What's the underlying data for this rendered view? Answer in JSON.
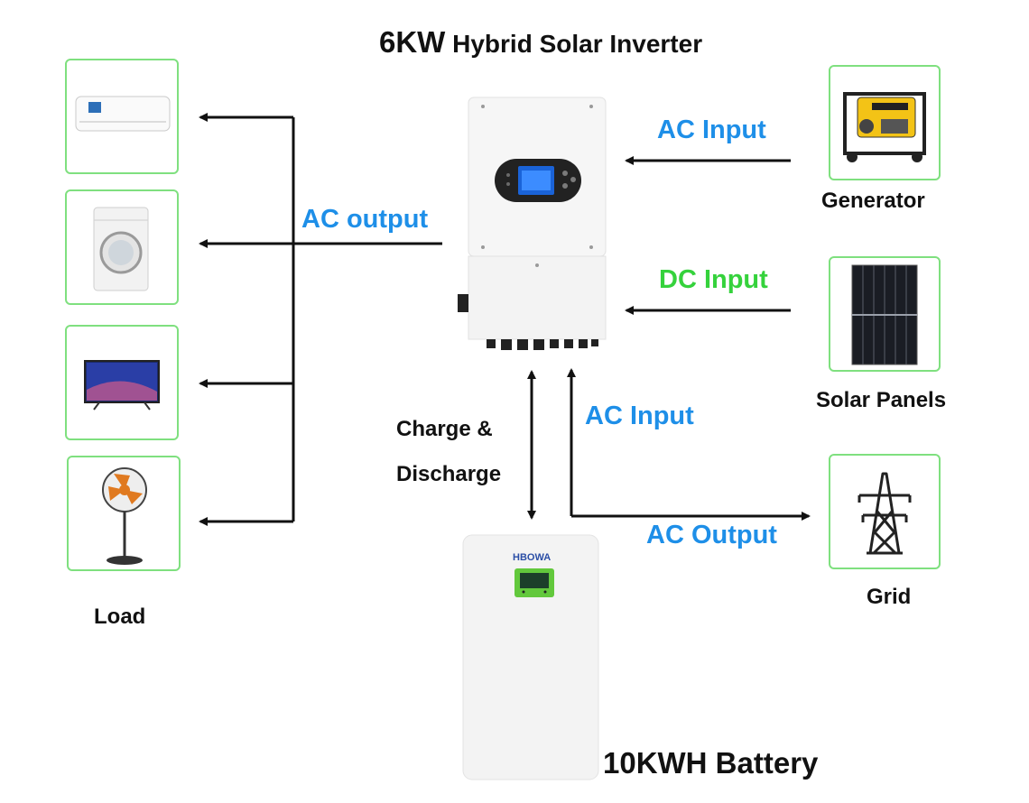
{
  "title": {
    "capacity": "6KW",
    "name": "Hybrid Solar Inverter"
  },
  "labels": {
    "ac_output_left": "AC output",
    "ac_input_top": "AC Input",
    "dc_input": "DC Input",
    "ac_input_bottom": "AC Input",
    "ac_output_grid": "AC Output",
    "charge_line1": "Charge &",
    "charge_line2": "Discharge"
  },
  "sources": {
    "generator": "Generator",
    "solar": "Solar Panels",
    "grid": "Grid"
  },
  "load": {
    "label": "Load",
    "devices": [
      "air-conditioner",
      "washing-machine",
      "television",
      "electric-fan"
    ]
  },
  "battery": {
    "label": "10KWH Battery",
    "brand": "HBOWA"
  },
  "colors": {
    "blue": "#1e8fe8",
    "green": "#35d23c",
    "box_border": "#7fe07f",
    "screen": "#1a63d8"
  }
}
